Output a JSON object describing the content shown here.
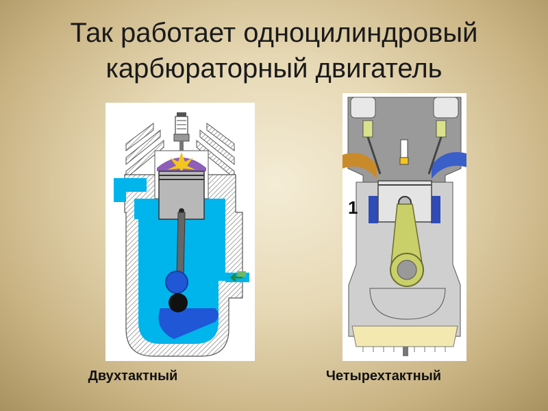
{
  "slide": {
    "title_line1": "Так работает одноцилиндровый",
    "title_line2": "карбюраторный двигатель",
    "captions": {
      "two_stroke": "Двухтактный",
      "four_stroke": "Четырехтактный"
    },
    "four_stroke_stroke_number": "1"
  },
  "colors": {
    "coolant_blue": "#00b4ec",
    "mixture_blue": "#1f57d6",
    "combustion_purple": "#8d5fb8",
    "spark_yellow": "#f4c51c",
    "piston_grey": "#b8b8b8",
    "hatch_grey": "#8a8a8a",
    "intake_orange": "#c98a2a",
    "exhaust_blue": "#3b5fc8",
    "rod_olive": "#c9d06a"
  }
}
